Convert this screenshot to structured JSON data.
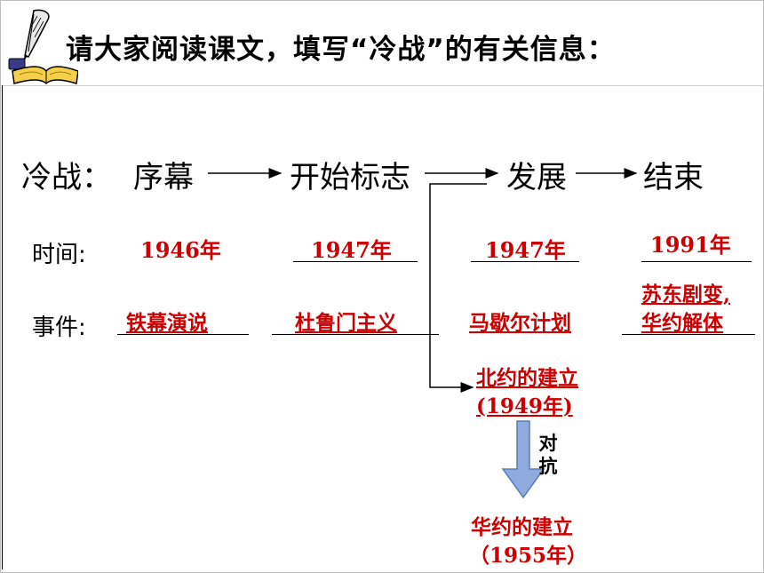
{
  "title": "请大家阅读课文，填写“冷战”的有关信息：",
  "header": {
    "prefix": "冷战：",
    "stages": [
      "序幕",
      "开始标志",
      "发展",
      "结束"
    ]
  },
  "row_labels": {
    "time": "时间:",
    "event": "事件:"
  },
  "times": [
    "1946年",
    "1947年",
    "1947年",
    "1991年"
  ],
  "events": [
    "铁幕演说",
    "杜鲁门主义",
    "马歇尔计划",
    "苏东剧变,",
    "华约解体"
  ],
  "branch": {
    "line1": "北约的建立",
    "line2": "(1949年)"
  },
  "confront": {
    "c1": "对",
    "c2": "抗"
  },
  "result": {
    "line1": "华约的建立",
    "line2": "（1955年）"
  },
  "colors": {
    "answer": "#cc0000",
    "arrow_fill": "#8faadc",
    "arrow_stroke": "#5b7db8"
  },
  "icons": [
    "quill-pen-and-book-icon"
  ]
}
